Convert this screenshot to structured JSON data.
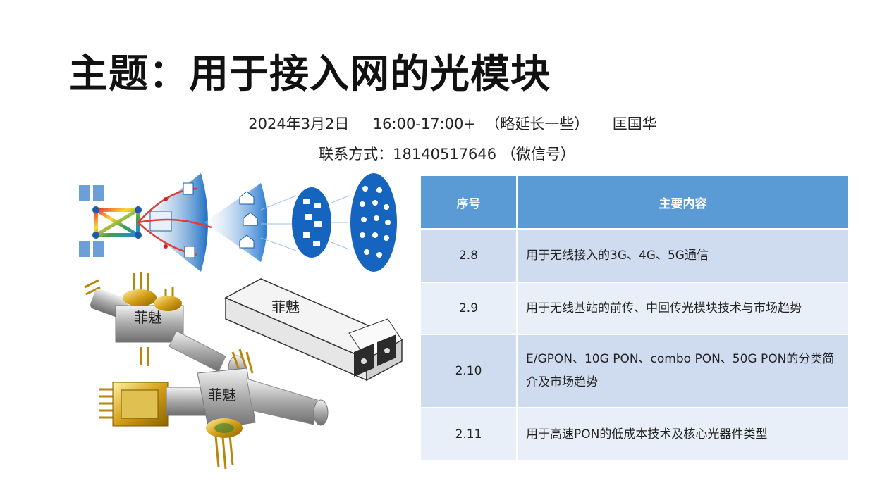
{
  "title": "主题：用于接入网的光模块",
  "info_line1": "2024年3月2日     16:00-17:00+  （略延长一些）     匡国华",
  "info_line2": "联系方式：18140517646 （微信号）",
  "illustration": {
    "watermarks": [
      "菲魅",
      "菲魅",
      "菲魅"
    ]
  },
  "table": {
    "headers": [
      "序号",
      "主要内容"
    ],
    "rows": [
      {
        "num": "2.8",
        "content": "用于无线接入的3G、4G、5G通信"
      },
      {
        "num": "2.9",
        "content": "用于无线基站的前传、中回传光模块技术与市场趋势"
      },
      {
        "num": "2.10",
        "content": "E/GPON、10G PON、combo PON、50G PON的分类简介及市场趋势"
      },
      {
        "num": "2.11",
        "content": "用于高速PON的低成本技术及核心光器件类型"
      }
    ]
  },
  "colors": {
    "header_bg": "#5b9bd5",
    "row_dark": "#cfdcef",
    "row_light": "#e9eff8",
    "network_blue": "#1565c0"
  }
}
